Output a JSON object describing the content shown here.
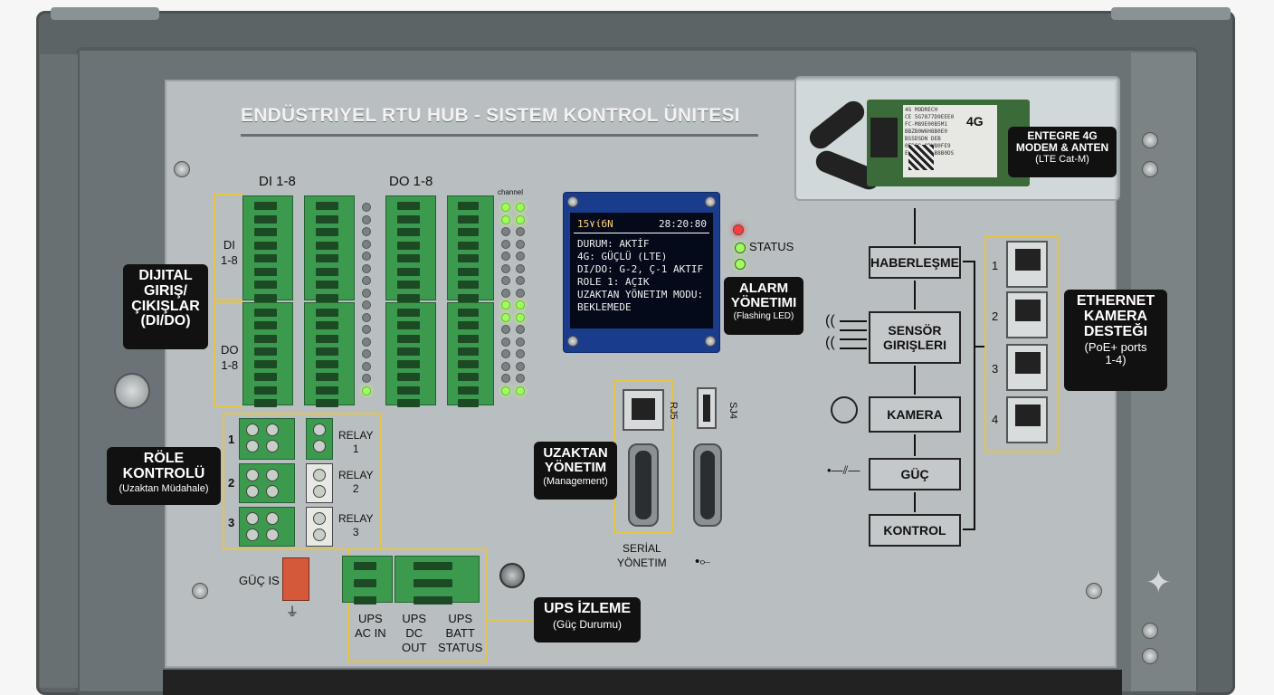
{
  "panel": {
    "title": "ENDÜSTRIYEL RTU HUB - SISTEM KONTROL ÜNITESI"
  },
  "io": {
    "di_header": "DI 1-8",
    "do_header": "DO 1-8",
    "channel_label": "channel",
    "di_side_label": "DI\n1-8",
    "do_side_label": "DO\n1-8",
    "callout_main": "DIJITAL\nGIRIŞ/\nÇIKIŞLAR\n(DI/DO)"
  },
  "oled": {
    "header_left": "15٧ίбN",
    "time": "28:20:80",
    "lines": [
      "DURUM: AKTİF",
      "4G: GÜÇLÜ (LTE)",
      "DI/DO: G-2, Ç-1 AKTIF",
      "ROLE 1: AÇIK",
      "UZAKTAN YÖNETIM MODU:",
      "BEKLEMEDE"
    ]
  },
  "status": {
    "label": "STATUS",
    "led_colors": [
      "#ff3b3b",
      "#9dff5a",
      "#9dff5a"
    ]
  },
  "alarm": {
    "main": "ALARM\nYÖNETIMI",
    "sub": "(Flashing LED)"
  },
  "modem": {
    "main": "ENTEGRE 4G\nMODEM & ANTEN",
    "sub": "(LTE Cat-M)",
    "chip_badge": "4G",
    "chip_text": "4G MODRECH\nCE 5G7877D9EEE0\nFC-M89E00B5M1\nBBZB0W6H8B0E0\nBSSDSDN DEB\n0FDSO 8DW80FE9\nEDSDW0 VBB8B0DS"
  },
  "diagram": {
    "boxes": [
      "HABERLEŞME",
      "SENSÖR\nGIRIŞLERI",
      "KAMERA",
      "GÜÇ",
      "KONTROL"
    ]
  },
  "ethernet": {
    "ports": [
      "1",
      "2",
      "3",
      "4"
    ],
    "main": "ETHERNET\nKAMERA\nDESTEĞI",
    "sub": "(PoE+ ports\n1-4)"
  },
  "relay": {
    "numbers": [
      "1",
      "2",
      "3"
    ],
    "labels": [
      "RELAY\n1",
      "RELAY\n2",
      "RELAY\n3"
    ],
    "main": "RÖLE\nKONTROLÜ",
    "sub": "(Uzaktan Müdahale)"
  },
  "management": {
    "main": "UZAKTAN\nYÖNETIM",
    "sub": "(Management)",
    "rj45": "RJ5",
    "usb_label": "SJ4",
    "serial_label": "SERİAL\nYÖNETIM"
  },
  "power": {
    "guc_label": "GÜÇ IS",
    "ups_ac": "UPS\nAC IN",
    "ups_dc": "UPS\nDC\nOUT",
    "ups_batt": "UPS\nBATT\nSTATUS",
    "ups_main": "UPS İZLEME",
    "ups_sub": "(Güç Durumu)"
  }
}
